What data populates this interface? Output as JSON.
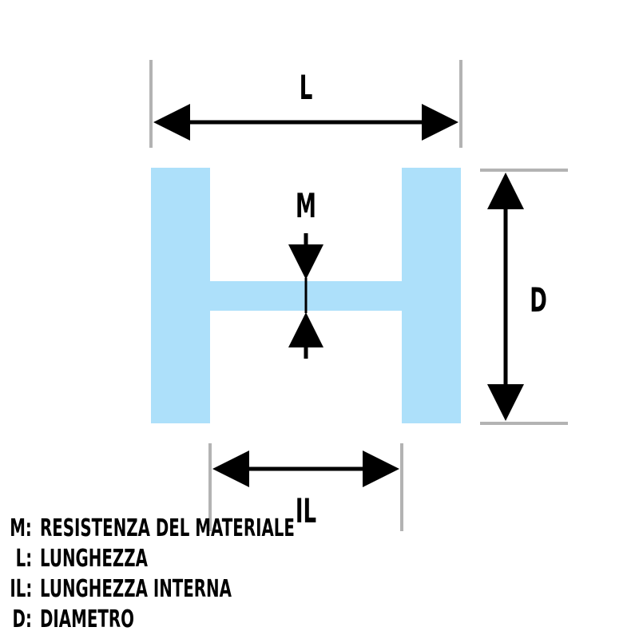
{
  "colors": {
    "profile_fill": "#ade0fa",
    "guide_line": "#b3b3b3",
    "arrow": "#000000",
    "text": "#000000"
  },
  "labels": {
    "length": "L",
    "material_thickness": "M",
    "diameter": "D",
    "inner_length": "IL"
  },
  "legend": [
    {
      "key": "M:",
      "description": "RESISTENZA DEL MATERIALE"
    },
    {
      "key": "L:",
      "description": "LUNGHEZZA"
    },
    {
      "key": "IL:",
      "description": "LUNGHEZZA INTERNA"
    },
    {
      "key": "D:",
      "description": "DIAMETRO"
    }
  ]
}
